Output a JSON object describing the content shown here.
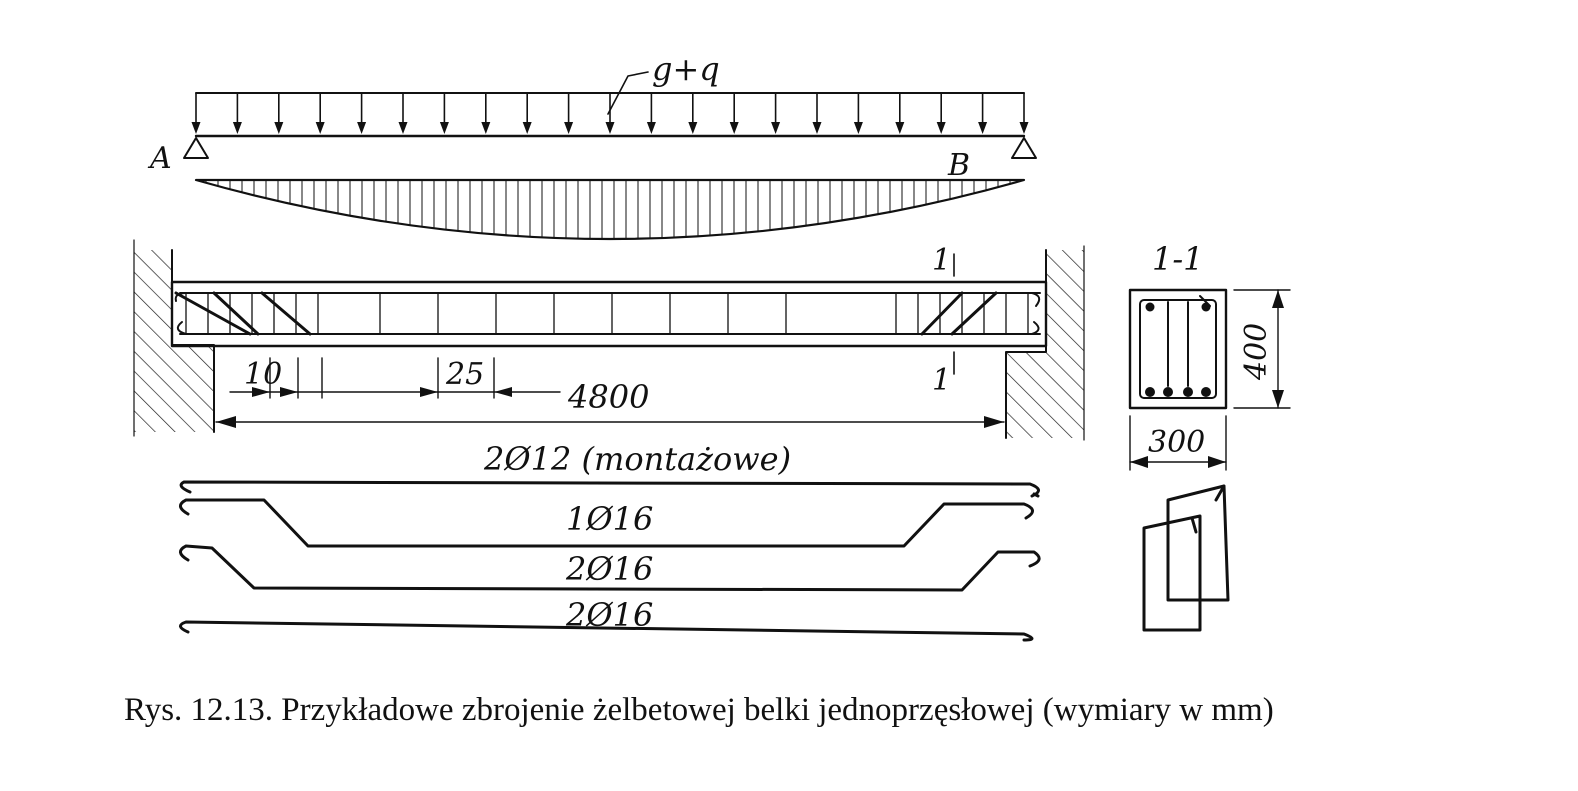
{
  "labels": {
    "load": "g+q",
    "support_a": "A",
    "support_b": "B",
    "section_mark_top": "1",
    "section_mark_bottom": "1",
    "section_title": "1-1",
    "dim_stirrup_end": "10",
    "dim_stirrup_mid": "25",
    "dim_span": "4800",
    "dim_height": "400",
    "dim_width": "300"
  },
  "bars": {
    "top": "2Ø12 (montażowe)",
    "bent_1": "1Ø16",
    "bent_2": "2Ø16",
    "straight": "2Ø16"
  },
  "caption": "Rys. 12.13. Przykładowe zbrojenie żelbetowej belki jednoprzęsłowej (wymiary w mm)"
}
